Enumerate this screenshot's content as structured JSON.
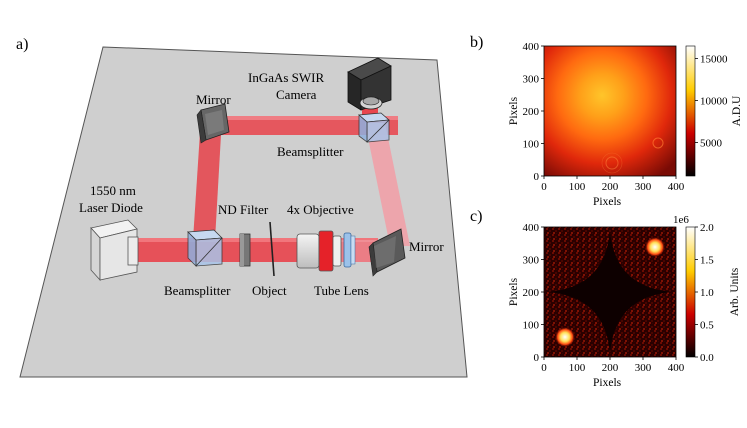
{
  "panels": {
    "a": "a)",
    "b": "b)",
    "c": "c)"
  },
  "setup": {
    "laser_line1": "1550 nm",
    "laser_line2": "Laser Diode",
    "camera_line1": "InGaAs SWIR",
    "camera_line2": "Camera",
    "mirror_top": "Mirror",
    "mirror_right": "Mirror",
    "beamsplitter_top": "Beamsplitter",
    "beamsplitter_bottom": "Beamsplitter",
    "nd_filter": "ND Filter",
    "objective": "4x Objective",
    "object": "Object",
    "tube_lens": "Tube Lens"
  },
  "chart_data": [
    {
      "type": "heatmap",
      "panel": "b",
      "xlabel": "Pixels",
      "ylabel": "Pixels",
      "x_ticks": [
        "0",
        "100",
        "200",
        "300",
        "400"
      ],
      "y_ticks": [
        "0",
        "100",
        "200",
        "300",
        "400"
      ],
      "xlim": [
        0,
        400
      ],
      "ylim": [
        0,
        400
      ],
      "colorbar_label": "A.D.U",
      "colorbar_ticks": [
        "5000",
        "10000",
        "15000"
      ],
      "colorbar_range": [
        1000,
        16500
      ],
      "colormap": "hot",
      "description_peak": [
        190,
        250
      ]
    },
    {
      "type": "heatmap",
      "panel": "c",
      "xlabel": "Pixels",
      "ylabel": "Pixels",
      "x_ticks": [
        "0",
        "100",
        "200",
        "300",
        "400"
      ],
      "y_ticks": [
        "0",
        "100",
        "200",
        "300",
        "400"
      ],
      "xlim": [
        0,
        400
      ],
      "ylim": [
        0,
        400
      ],
      "colorbar_label": "Arb. Units",
      "colorbar_exponent": "1e6",
      "colorbar_ticks": [
        "0.0",
        "0.5",
        "1.0",
        "1.5",
        "2.0"
      ],
      "colorbar_range": [
        0,
        2.0
      ],
      "colormap": "hot"
    }
  ],
  "colors": {
    "table": "#cfcfcf",
    "beam": "#e8474f",
    "beam_return": "#eea2aa",
    "device": "#e4e4e4",
    "dark_device": "#3c3c3c"
  }
}
